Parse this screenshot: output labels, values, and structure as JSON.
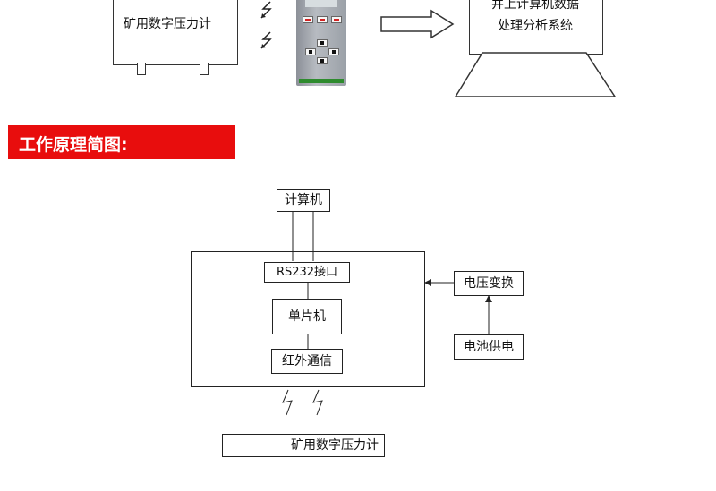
{
  "top_illustration": {
    "meter_label": "矿用数字压力计",
    "computer_label_line1": "井上计算机数据",
    "computer_label_line2": "处理分析系统"
  },
  "section": {
    "title": "工作原理简图:"
  },
  "diagram": {
    "nodes": {
      "computer": "计算机",
      "rs232": "RS232接口",
      "mcu": "单片机",
      "infrared": "红外通信",
      "voltage_converter": "电压变换",
      "battery": "电池供电",
      "meter": "矿用数字压力计"
    }
  }
}
